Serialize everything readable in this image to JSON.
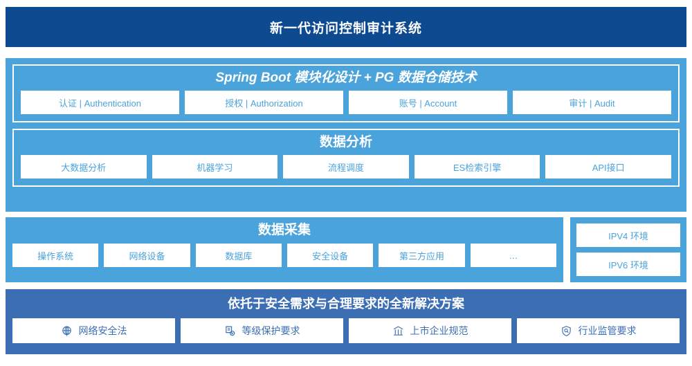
{
  "header": {
    "title": "新一代访问控制审计系统"
  },
  "colors": {
    "header_bg": "#0D4A8F",
    "platform_bg": "#4BA3DC",
    "compliance_bg": "#3C6EB4",
    "card_bg": "#ffffff"
  },
  "platform": {
    "panels": [
      {
        "title": "Spring Boot 模块化设计 + PG 数据仓储技术",
        "cards": [
          {
            "label": "认证 | Authentication"
          },
          {
            "label": "授权 | Authorization"
          },
          {
            "label": "账号 | Account"
          },
          {
            "label": "审计 | Audit"
          }
        ]
      },
      {
        "title": "数据分析",
        "cards": [
          {
            "label": "大数据分析"
          },
          {
            "label": "机器学习"
          },
          {
            "label": "流程调度"
          },
          {
            "label": "ES检索引擎"
          },
          {
            "label": "API接口"
          }
        ]
      }
    ]
  },
  "collection": {
    "title": "数据采集",
    "cards": [
      {
        "label": "操作系统"
      },
      {
        "label": "网络设备"
      },
      {
        "label": "数据库"
      },
      {
        "label": "安全设备"
      },
      {
        "label": "第三方应用"
      },
      {
        "label": "…"
      }
    ]
  },
  "environment": {
    "cards": [
      {
        "label": "IPV4 环境"
      },
      {
        "label": "IPV6 环境"
      }
    ]
  },
  "compliance": {
    "title": "依托于安全需求与合理要求的全新解决方案",
    "cards": [
      {
        "label": "网络安全法",
        "icon": "globe-icon"
      },
      {
        "label": "等级保护要求",
        "icon": "document-check-icon"
      },
      {
        "label": "上市企业规范",
        "icon": "bank-icon"
      },
      {
        "label": "行业监管要求",
        "icon": "shield-search-icon"
      }
    ]
  }
}
